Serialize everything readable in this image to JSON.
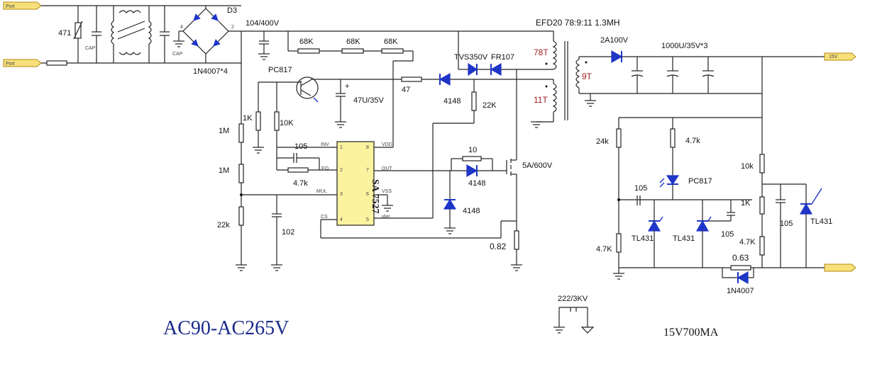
{
  "labels": {
    "input_cap": "104/400V",
    "bridge_ref": "D3",
    "bridge_part": "1N4007*4",
    "cap_label_1": "CAP",
    "cap_label_2": "CAP",
    "varistor": "471",
    "port_in_1": "Port",
    "port_in_2": "Port",
    "r68k_1": "68K",
    "r68k_2": "68K",
    "r68k_3": "68K",
    "transformer": "EFD20 78:9:11 1.3MH",
    "winding_primary": "78T",
    "winding_secondary": "9T",
    "winding_aux": "11T",
    "tvs": "TVS350V",
    "fr107": "FR107",
    "d_2a100v": "2A100V",
    "out_caps": "1000U/35V*3",
    "out_port": "15V",
    "opto_primary": "PC817",
    "opto_secondary": "PC817",
    "r47": "47",
    "d4148_1": "4148",
    "d4148_2": "4148",
    "d4148_3": "4148",
    "c47u": "47U/35V",
    "r22k_top": "22K",
    "r1k": "1K",
    "r10k": "10K",
    "r1m_1": "1M",
    "r1m_2": "1M",
    "r22k": "22k",
    "c105_ic": "105",
    "r4k7_ic": "4.7k",
    "c102": "102",
    "ic": "SA 7527",
    "pin_inv": "INV",
    "pin_eo": "EO",
    "pin_mul": "MUL",
    "pin_cs": "CS",
    "pin_vdd": "VDD",
    "pin_out": "OUT",
    "pin_vss": "VSS",
    "pin_idet": "idet",
    "pin1": "1",
    "pin2": "2",
    "pin3": "3",
    "pin4": "4",
    "pin5": "5",
    "pin6": "6",
    "pin7": "7",
    "pin8": "8",
    "r10": "10",
    "mosfet": "5A/600V",
    "r082": "0.82",
    "r24k": "24k",
    "r4k7_a": "4.7k",
    "c105_a": "105",
    "c105_b": "105",
    "c105_c": "105",
    "tl431_a": "TL431",
    "tl431_b": "TL431",
    "tl431_c": "TL431",
    "r4k7_b": "4.7K",
    "r4k7_c": "4.7K",
    "r10k_b": "10k",
    "r1k_b": "1K",
    "r063": "0.63",
    "d1n4007": "1N4007",
    "y_cap": "222/3KV",
    "input_range": "AC90-AC265V",
    "output_spec": "15V700MA"
  }
}
